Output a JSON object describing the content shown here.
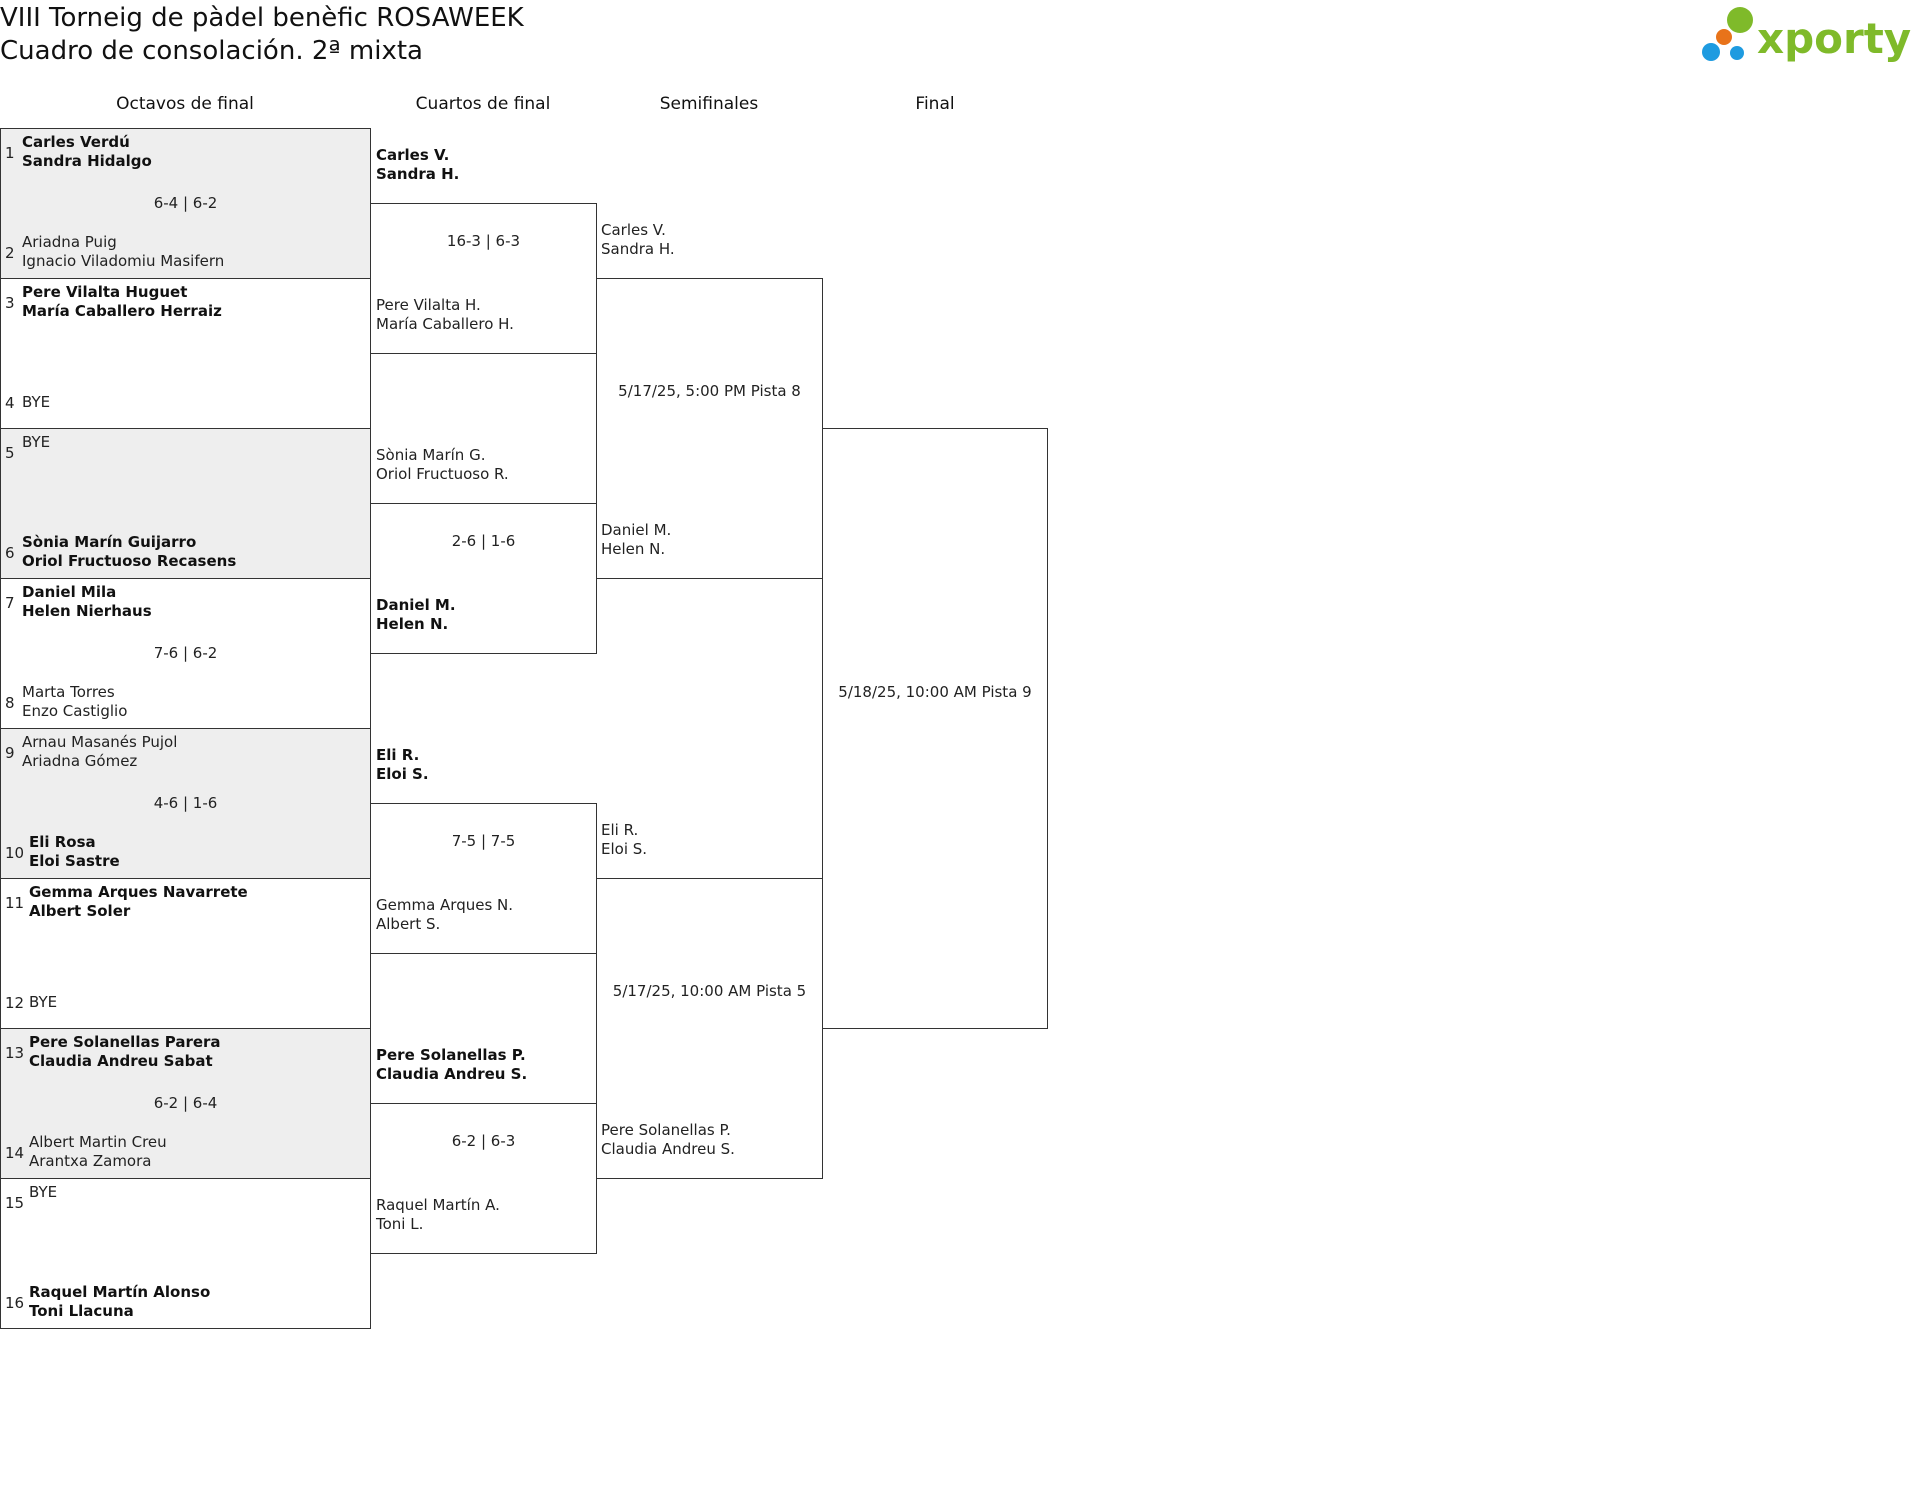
{
  "title": {
    "line1": "VIII Torneig de pàdel benèfic ROSAWEEK",
    "line2": "Cuadro de consolación. 2ª mixta"
  },
  "logo": {
    "text": "xporty",
    "green": "#7fba2a",
    "orange": "#e8731a",
    "blue": "#1e9be0"
  },
  "rounds": [
    "Octavos de final",
    "Cuartos de final",
    "Semifinales",
    "Final"
  ],
  "octavos": [
    {
      "seed_a": "1",
      "a1": "Carles Verdú",
      "a2": "Sandra Hidalgo",
      "a_win": true,
      "score": "6-4 | 6-2",
      "seed_b": "2",
      "b1": "Ariadna Puig",
      "b2": "Ignacio Viladomiu Masifern",
      "b_win": false
    },
    {
      "seed_a": "3",
      "a1": "Pere Vilalta Huguet",
      "a2": "María Caballero Herraiz",
      "a_win": true,
      "score": "",
      "seed_b": "4",
      "b1": "BYE",
      "b2": "",
      "b_win": false
    },
    {
      "seed_a": "5",
      "a1": "BYE",
      "a2": "",
      "a_win": false,
      "score": "",
      "seed_b": "6",
      "b1": "Sònia Marín Guijarro",
      "b2": "Oriol Fructuoso Recasens",
      "b_win": true
    },
    {
      "seed_a": "7",
      "a1": "Daniel Mila",
      "a2": "Helen Nierhaus",
      "a_win": true,
      "score": "7-6 | 6-2",
      "seed_b": "8",
      "b1": "Marta Torres",
      "b2": "Enzo Castiglio",
      "b_win": false
    },
    {
      "seed_a": "9",
      "a1": "Arnau Masanés Pujol",
      "a2": "Ariadna Gómez",
      "a_win": false,
      "score": "4-6 | 1-6",
      "seed_b": "10",
      "b1": "Eli Rosa",
      "b2": "Eloi Sastre",
      "b_win": true
    },
    {
      "seed_a": "11",
      "a1": "Gemma Arques Navarrete",
      "a2": "Albert Soler",
      "a_win": true,
      "score": "",
      "seed_b": "12",
      "b1": "BYE",
      "b2": "",
      "b_win": false
    },
    {
      "seed_a": "13",
      "a1": "Pere Solanellas Parera",
      "a2": "Claudia Andreu Sabat",
      "a_win": true,
      "score": "6-2 | 6-4",
      "seed_b": "14",
      "b1": "Albert Martin Creu",
      "b2": "Arantxa Zamora",
      "b_win": false
    },
    {
      "seed_a": "15",
      "a1": "BYE",
      "a2": "",
      "a_win": false,
      "score": "",
      "seed_b": "16",
      "b1": "Raquel Martín Alonso",
      "b2": "Toni Llacuna",
      "b_win": true
    }
  ],
  "cuartos": [
    {
      "a1": "Carles V.",
      "a2": "Sandra H.",
      "a_win": true,
      "score": "16-3 | 6-3",
      "b1": "Pere Vilalta H.",
      "b2": "María Caballero H.",
      "b_win": false
    },
    {
      "a1": "Sònia Marín G.",
      "a2": "Oriol Fructuoso R.",
      "a_win": false,
      "score": "2-6 | 1-6",
      "b1": "Daniel M.",
      "b2": "Helen N.",
      "b_win": true
    },
    {
      "a1": "Eli R.",
      "a2": "Eloi S.",
      "a_win": true,
      "score": "7-5 | 7-5",
      "b1": "Gemma Arques N.",
      "b2": "Albert S.",
      "b_win": false
    },
    {
      "a1": "Pere Solanellas P.",
      "a2": "Claudia Andreu S.",
      "a_win": true,
      "score": "6-2 | 6-3",
      "b1": "Raquel Martín A.",
      "b2": "Toni L.",
      "b_win": false
    }
  ],
  "semis": [
    {
      "a1": "Carles V.",
      "a2": "Sandra H.",
      "a_win": false,
      "score": "5/17/25, 5:00 PM Pista 8",
      "b1": "Daniel M.",
      "b2": "Helen N.",
      "b_win": false
    },
    {
      "a1": "Eli R.",
      "a2": "Eloi S.",
      "a_win": false,
      "score": "5/17/25, 10:00 AM Pista 5",
      "b1": "Pere Solanellas P.",
      "b2": "Claudia Andreu S.",
      "b_win": false
    }
  ],
  "final": {
    "score": "5/18/25, 10:00 AM Pista 9"
  }
}
